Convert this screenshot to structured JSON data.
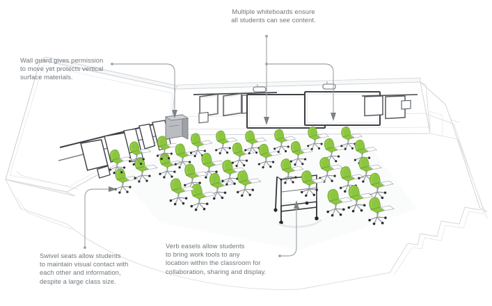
{
  "diagram": {
    "type": "isometric-classroom-illustration",
    "background_color": "#ffffff",
    "title_present": false,
    "accent_color": "#8CC63F",
    "line_color": "#6f7478",
    "text_color": "#70767b"
  },
  "callouts": [
    {
      "id": "whiteboards",
      "text": "Multiple whiteboards ensure\nall students can see content.",
      "leader": "branching-down-arrows",
      "points_to": "wall-mounted whiteboards"
    },
    {
      "id": "wall-guard",
      "text": "Wall guard gives permission\nto move yet protects vertical\nsurface materials.",
      "leader": "right-then-down-arrow",
      "points_to": "left wall rail panels"
    },
    {
      "id": "swivel-seats",
      "text": "Swivel seats allow students\nto maintain visual contact with\neach other and information,\ndespite a large class size.",
      "leader": "up-then-right-elbow",
      "points_to": "green swivel chairs"
    },
    {
      "id": "verb-easels",
      "text": "Verb easels allow students\nto bring work tools to any\nlocation within the classroom for\ncollaboration, sharing and display.",
      "leader": "right-then-up-arrow",
      "points_to": "mobile verb easel"
    }
  ],
  "scene_objects": {
    "walls": [
      "left-wall-with-rail",
      "back-wall-with-whiteboards",
      "right-wall-cutaway"
    ],
    "whiteboards_back_wall": 2,
    "mobile_whiteboard_panels": 6,
    "projector": "ceiling-mounted",
    "storage_cabinet": 1,
    "verb_easel": 1,
    "swivel_chairs_count": 34,
    "chair_color": "#8CC63F",
    "chair_features": [
      "tablet-arm",
      "five-star-caster-base",
      "swivel-seat"
    ]
  }
}
